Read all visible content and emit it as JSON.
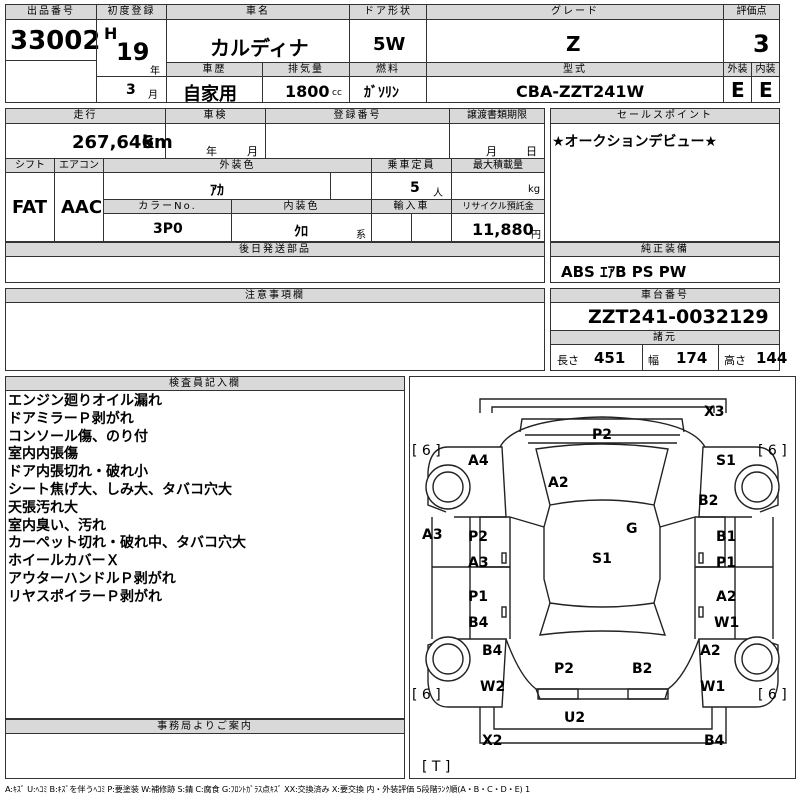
{
  "headers": {
    "lot_no": "出品番号",
    "first_reg": "初度登録",
    "car_name": "車名",
    "door": "ドア形状",
    "grade": "グレード",
    "score": "評価点",
    "history": "車歴",
    "displacement": "排気量",
    "fuel": "燃料",
    "model": "型式",
    "ext": "外装",
    "int": "内装",
    "mileage": "走行",
    "inspection": "車検",
    "reg_no": "登録番号",
    "transfer": "譲渡書類期限",
    "sales_point": "セールスポイント",
    "shift": "シフト",
    "aircon": "エアコン",
    "ext_color": "外装色",
    "capacity": "乗車定員",
    "max_load": "最大積載量",
    "color_no": "カラーNo.",
    "int_color": "内装色",
    "import": "輸入車",
    "recycle": "リサイクル預託金",
    "delivery_parts": "後日発送部品",
    "equipment": "純正装備",
    "notes": "注意事項欄",
    "chassis": "車台番号",
    "dims": "諸元",
    "inspector": "検査員記入欄",
    "office": "事務局よりご案内"
  },
  "vehicle": {
    "lot_no": "33002",
    "era": "H",
    "year": "19",
    "year_unit": "年",
    "month": "3",
    "month_unit": "月",
    "car_name": "カルディナ",
    "door": "5W",
    "grade": "Z",
    "score": "3",
    "history": "自家用",
    "displacement": "1800",
    "displacement_unit": "cc",
    "fuel": "ｶﾞｿﾘﾝ",
    "model": "CBA-ZZT241W",
    "ext_grade": "E",
    "int_grade": "E",
    "mileage": "267,646",
    "mileage_unit": "km",
    "insp_year_unit": "年",
    "insp_month_unit": "月",
    "transfer_month_unit": "月",
    "transfer_day_unit": "日",
    "sales_point": "★オークションデビュー★",
    "shift": "FAT",
    "aircon": "AAC",
    "ext_color": "ｱｶ",
    "capacity": "5",
    "capacity_unit": "人",
    "load_unit": "kg",
    "color_no": "3P0",
    "int_color": "ｸﾛ",
    "int_color_unit": "系",
    "recycle": "11,880",
    "recycle_unit": "円",
    "equipment": "ABS ｴｱB PS PW",
    "chassis": "ZZT241-0032129",
    "len_label": "長さ",
    "len": "451",
    "wid_label": "幅",
    "wid": "174",
    "hei_label": "高さ",
    "hei": "144"
  },
  "inspector_notes": [
    "エンジン廻りオイル漏れ",
    "ドアミラーＰ剥がれ",
    "コンソール傷、のり付",
    "室内内張傷",
    "ドア内張切れ・破れ小",
    "シート焦げ大、しみ大、タバコ穴大",
    "天張汚れ大",
    "室内臭い、汚れ",
    "カーペット切れ・破れ中、タバコ穴大",
    "ホイールカバーＸ",
    "アウターハンドルＰ剥がれ",
    "リヤスポイラーＰ剥がれ"
  ],
  "diagram_marks": {
    "x3": "X3",
    "p2_hood": "P2",
    "a4": "A4",
    "s1_fr": "S1",
    "a2_hood": "A2",
    "b2_fr": "B2",
    "g": "G",
    "a3_side": "A3",
    "p2_l": "P2",
    "a3_l": "A3",
    "b1_r": "B1",
    "p1_r": "P1",
    "s1_roof": "S1",
    "p1_l": "P1",
    "b4_l": "B4",
    "a2_r": "A2",
    "w1_r": "W1",
    "b4_rl": "B4",
    "a2_rr": "A2",
    "p2_rear": "P2",
    "b2_rear": "B2",
    "w2": "W2",
    "w1_rr": "W1",
    "u2": "U2",
    "x2": "X2",
    "b4_rear": "B4",
    "tire_fl": "[ 6 ]",
    "tire_fr": "[ 6 ]",
    "tire_rl": "[ 6 ]",
    "tire_rr": "[ 6 ]",
    "trunk": "[ T ]"
  },
  "legend": "A:ｷｽﾞ U:ﾍｺﾐ B:ｷｽﾞを伴うﾍｺﾐ P:要塗装 W:補修跡 S:錆 C:腐食 G:ﾌﾛﾝﾄｶﾞﾗｽ点ｷｽﾞ XX:交換済み X:要交換 内・外装評価 5段階ﾗﾝｸ順(A・B・C・D・E) 1"
}
